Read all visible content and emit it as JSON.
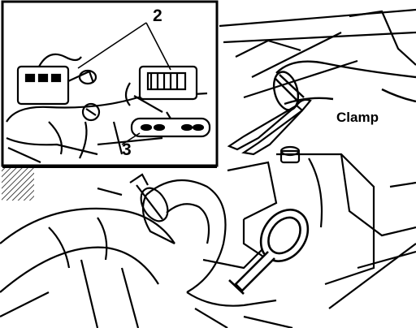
{
  "callouts": {
    "label_2": "2",
    "label_3": "3",
    "label_clamp": "Clamp"
  },
  "colors": {
    "ink": "#000000",
    "paper": "#ffffff"
  },
  "icons": {
    "inset": "connector-detail-inset",
    "tool": "pliers-icon",
    "dipstick": "dipstick-ring-icon"
  }
}
